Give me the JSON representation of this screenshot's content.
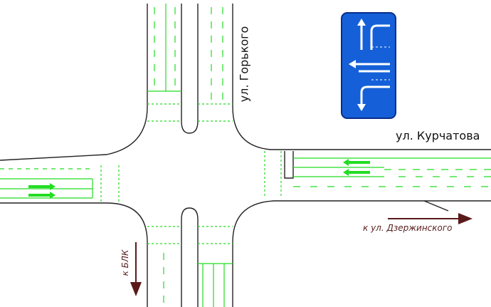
{
  "streets": {
    "gorkogo": "ул. Горького",
    "kurchatova": "ул. Курчатова"
  },
  "directions": {
    "dzerzhinskogo": "к ул. Дзержинского",
    "blk": "к БЛК"
  },
  "colors": {
    "road_edge": "#222222",
    "marking": "#22dd22",
    "sign_blue": "#1560d8",
    "sign_border": "#0a2d8a",
    "direction_arrow": "#5a1a1a"
  },
  "icons": {
    "lane_sign": "lane-direction-sign-icon",
    "arrow": "direction-arrow-icon"
  }
}
